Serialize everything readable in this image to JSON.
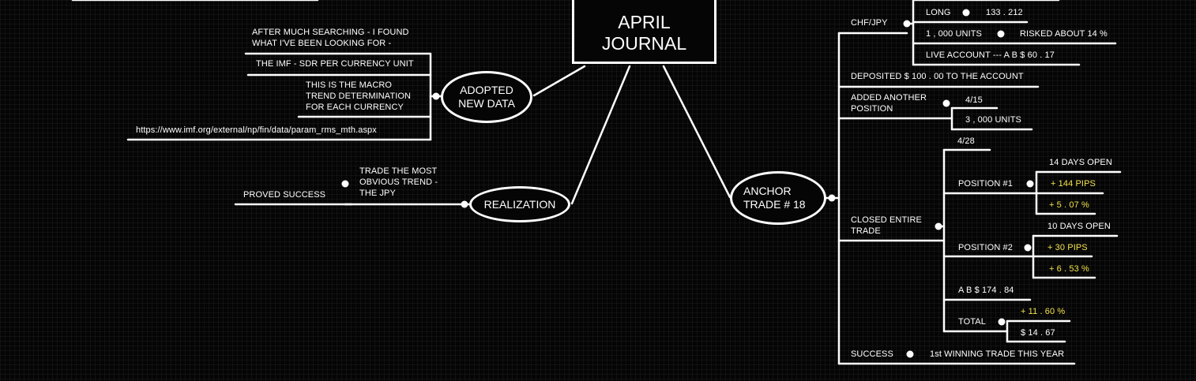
{
  "central": {
    "title": "APRIL\nJOURNAL"
  },
  "left": {
    "adopted": {
      "label": "ADOPTED\nNEW DATA",
      "found_note": "AFTER MUCH SEARCHING - I FOUND\nWHAT I'VE BEEN LOOKING FOR -",
      "imf": "THE IMF - SDR PER CURRENCY UNIT",
      "macro": "THIS IS THE MACRO\nTREND DETERMINATION\nFOR EACH CURRENCY",
      "url": "https://www.imf.org/external/np/fin/data/param_rms_mth.aspx"
    },
    "realization": {
      "label": "REALIZATION",
      "trade_note": "TRADE THE MOST\nOBVIOUS TREND -\nTHE JPY",
      "proved": "PROVED SUCCESS"
    }
  },
  "right": {
    "anchor": {
      "label": "ANCHOR\nTRADE # 18",
      "chfjpy": "CHF/JPY",
      "long": "LONG",
      "long_price": "133 . 212",
      "units": "1 , 000 UNITS",
      "risked": "RISKED ABOUT 14 %",
      "live": "LIVE ACCOUNT --- A B    $ 60 . 17",
      "deposited": "DEPOSITED $ 100 . 00 TO THE ACCOUNT",
      "added": "ADDED ANOTHER\nPOSITION",
      "added_date": "4/15",
      "added_units": "3 , 000 UNITS",
      "closed": "CLOSED ENTIRE\nTRADE",
      "closed_date": "4/28",
      "position1": "POSITION #1",
      "p1_days": "14 DAYS OPEN",
      "p1_pips": "+ 144  PIPS",
      "p1_pct": "+ 5 . 07 %",
      "position2": "POSITION #2",
      "p2_days": "10 DAYS OPEN",
      "p2_pips": "+ 30 PIPS",
      "p2_pct": "+ 6 . 53 %",
      "ab": "A B    $ 174 . 84",
      "total": "TOTAL",
      "total_pct": "+ 11 . 60 %",
      "total_usd": "$ 14 . 67",
      "success": "SUCCESS",
      "success_note": "1st WINNING TRADE THIS YEAR"
    }
  },
  "colors": {
    "background": "#050505",
    "line": "#ffffff",
    "highlight": "#f2e24a"
  }
}
